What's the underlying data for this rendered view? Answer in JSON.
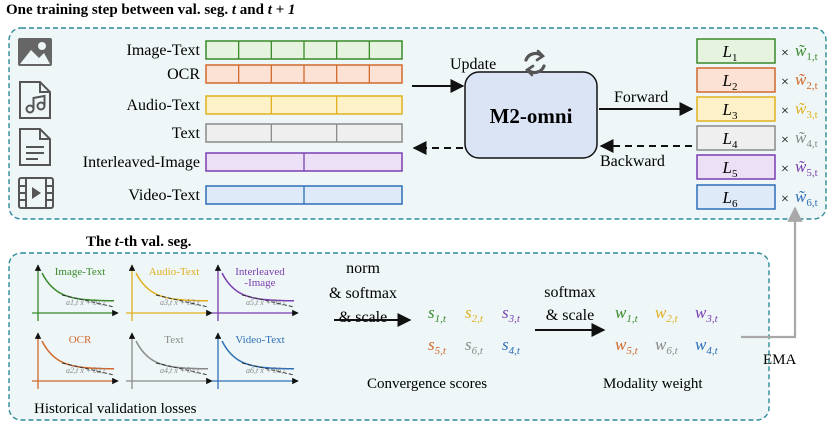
{
  "top": {
    "title_prefix": "One training step between val. seg. ",
    "title_t": "t",
    "title_and": " and ",
    "title_t1": "t + 1",
    "update_label": "Update",
    "model_label": "M2-omni",
    "forward_label": "Forward",
    "backward_label": "Backward",
    "icons": [
      "image-icon",
      "audio-file-icon",
      "text-file-icon",
      "video-icon"
    ],
    "tasks": [
      {
        "label": "Image-Text",
        "segments": 6,
        "stroke": "#3a8a2a",
        "fill": "#e6f3df"
      },
      {
        "label": "OCR",
        "segments": 6,
        "stroke": "#d2692d",
        "fill": "#fbe2d4"
      },
      {
        "label": "Audio-Text",
        "segments": 3,
        "stroke": "#e0b020",
        "fill": "#fdf1c8"
      },
      {
        "label": "Text",
        "segments": 3,
        "stroke": "#8a8a8a",
        "fill": "#efefef"
      },
      {
        "label": "Interleaved-Image",
        "segments": 2,
        "stroke": "#7a3fb0",
        "fill": "#ece0f6"
      },
      {
        "label": "Video-Text",
        "segments": 2,
        "stroke": "#2e6fb8",
        "fill": "#deeaf8"
      }
    ],
    "losses": [
      {
        "name": "L",
        "sub": "1",
        "wsub": "1,t",
        "color": "#3a8a2a",
        "fill": "#e6f3df"
      },
      {
        "name": "L",
        "sub": "2",
        "wsub": "2,t",
        "color": "#d2692d",
        "fill": "#fbe2d4"
      },
      {
        "name": "L",
        "sub": "3",
        "wsub": "3,t",
        "color": "#e0b020",
        "fill": "#fdf1c8"
      },
      {
        "name": "L",
        "sub": "4",
        "wsub": "4,t",
        "color": "#8a8a8a",
        "fill": "#efefef"
      },
      {
        "name": "L",
        "sub": "5",
        "wsub": "5,t",
        "color": "#7a3fb0",
        "fill": "#ece0f6"
      },
      {
        "name": "L",
        "sub": "6",
        "wsub": "6,t",
        "color": "#2e6fb8",
        "fill": "#deeaf8"
      }
    ],
    "times": "×",
    "weight_symbol": "w̃"
  },
  "bottom": {
    "title_prefix": "The ",
    "title_t": "t",
    "title_suffix": "-th val. seg.",
    "plots": [
      {
        "label": "Image-Text",
        "formula": "a1,t x + b1,t",
        "color": "#3a8a2a"
      },
      {
        "label": "Audio-Text",
        "formula": "a3,t x + b3,t",
        "color": "#e0b020"
      },
      {
        "label": "Interleaved -Image",
        "formula": "a5,t x + b5,t",
        "color": "#7a3fb0"
      },
      {
        "label": "OCR",
        "formula": "a2,t x + b2,t",
        "color": "#d2692d"
      },
      {
        "label": "Text",
        "formula": "a4,t x + b4,t",
        "color": "#8a8a8a"
      },
      {
        "label": "Video-Text",
        "formula": "a6,t x + b6,t",
        "color": "#2e6fb8"
      }
    ],
    "plots_caption": "Historical validation losses",
    "step1_lines": [
      "norm",
      "& softmax",
      "& scale"
    ],
    "step2_lines": [
      "softmax",
      "& scale"
    ],
    "scores": [
      {
        "sym": "s",
        "sub": "1,t",
        "color": "#3a8a2a"
      },
      {
        "sym": "s",
        "sub": "2,t",
        "color": "#e0b020"
      },
      {
        "sym": "s",
        "sub": "3,t",
        "color": "#7a3fb0"
      },
      {
        "sym": "s",
        "sub": "5,t",
        "color": "#d2692d"
      },
      {
        "sym": "s",
        "sub": "6,t",
        "color": "#8a8a8a"
      },
      {
        "sym": "s",
        "sub": "4,t",
        "color": "#2e6fb8"
      }
    ],
    "scores_caption": "Convergence scores",
    "weights": [
      {
        "sym": "w",
        "sub": "1,t",
        "color": "#3a8a2a"
      },
      {
        "sym": "w",
        "sub": "2,t",
        "color": "#e0b020"
      },
      {
        "sym": "w",
        "sub": "3,t",
        "color": "#7a3fb0"
      },
      {
        "sym": "w",
        "sub": "5,t",
        "color": "#d2692d"
      },
      {
        "sym": "w",
        "sub": "6,t",
        "color": "#8a8a8a"
      },
      {
        "sym": "w",
        "sub": "4,t",
        "color": "#2e6fb8"
      }
    ],
    "weights_caption": "Modality weight",
    "ema_label": "EMA"
  }
}
